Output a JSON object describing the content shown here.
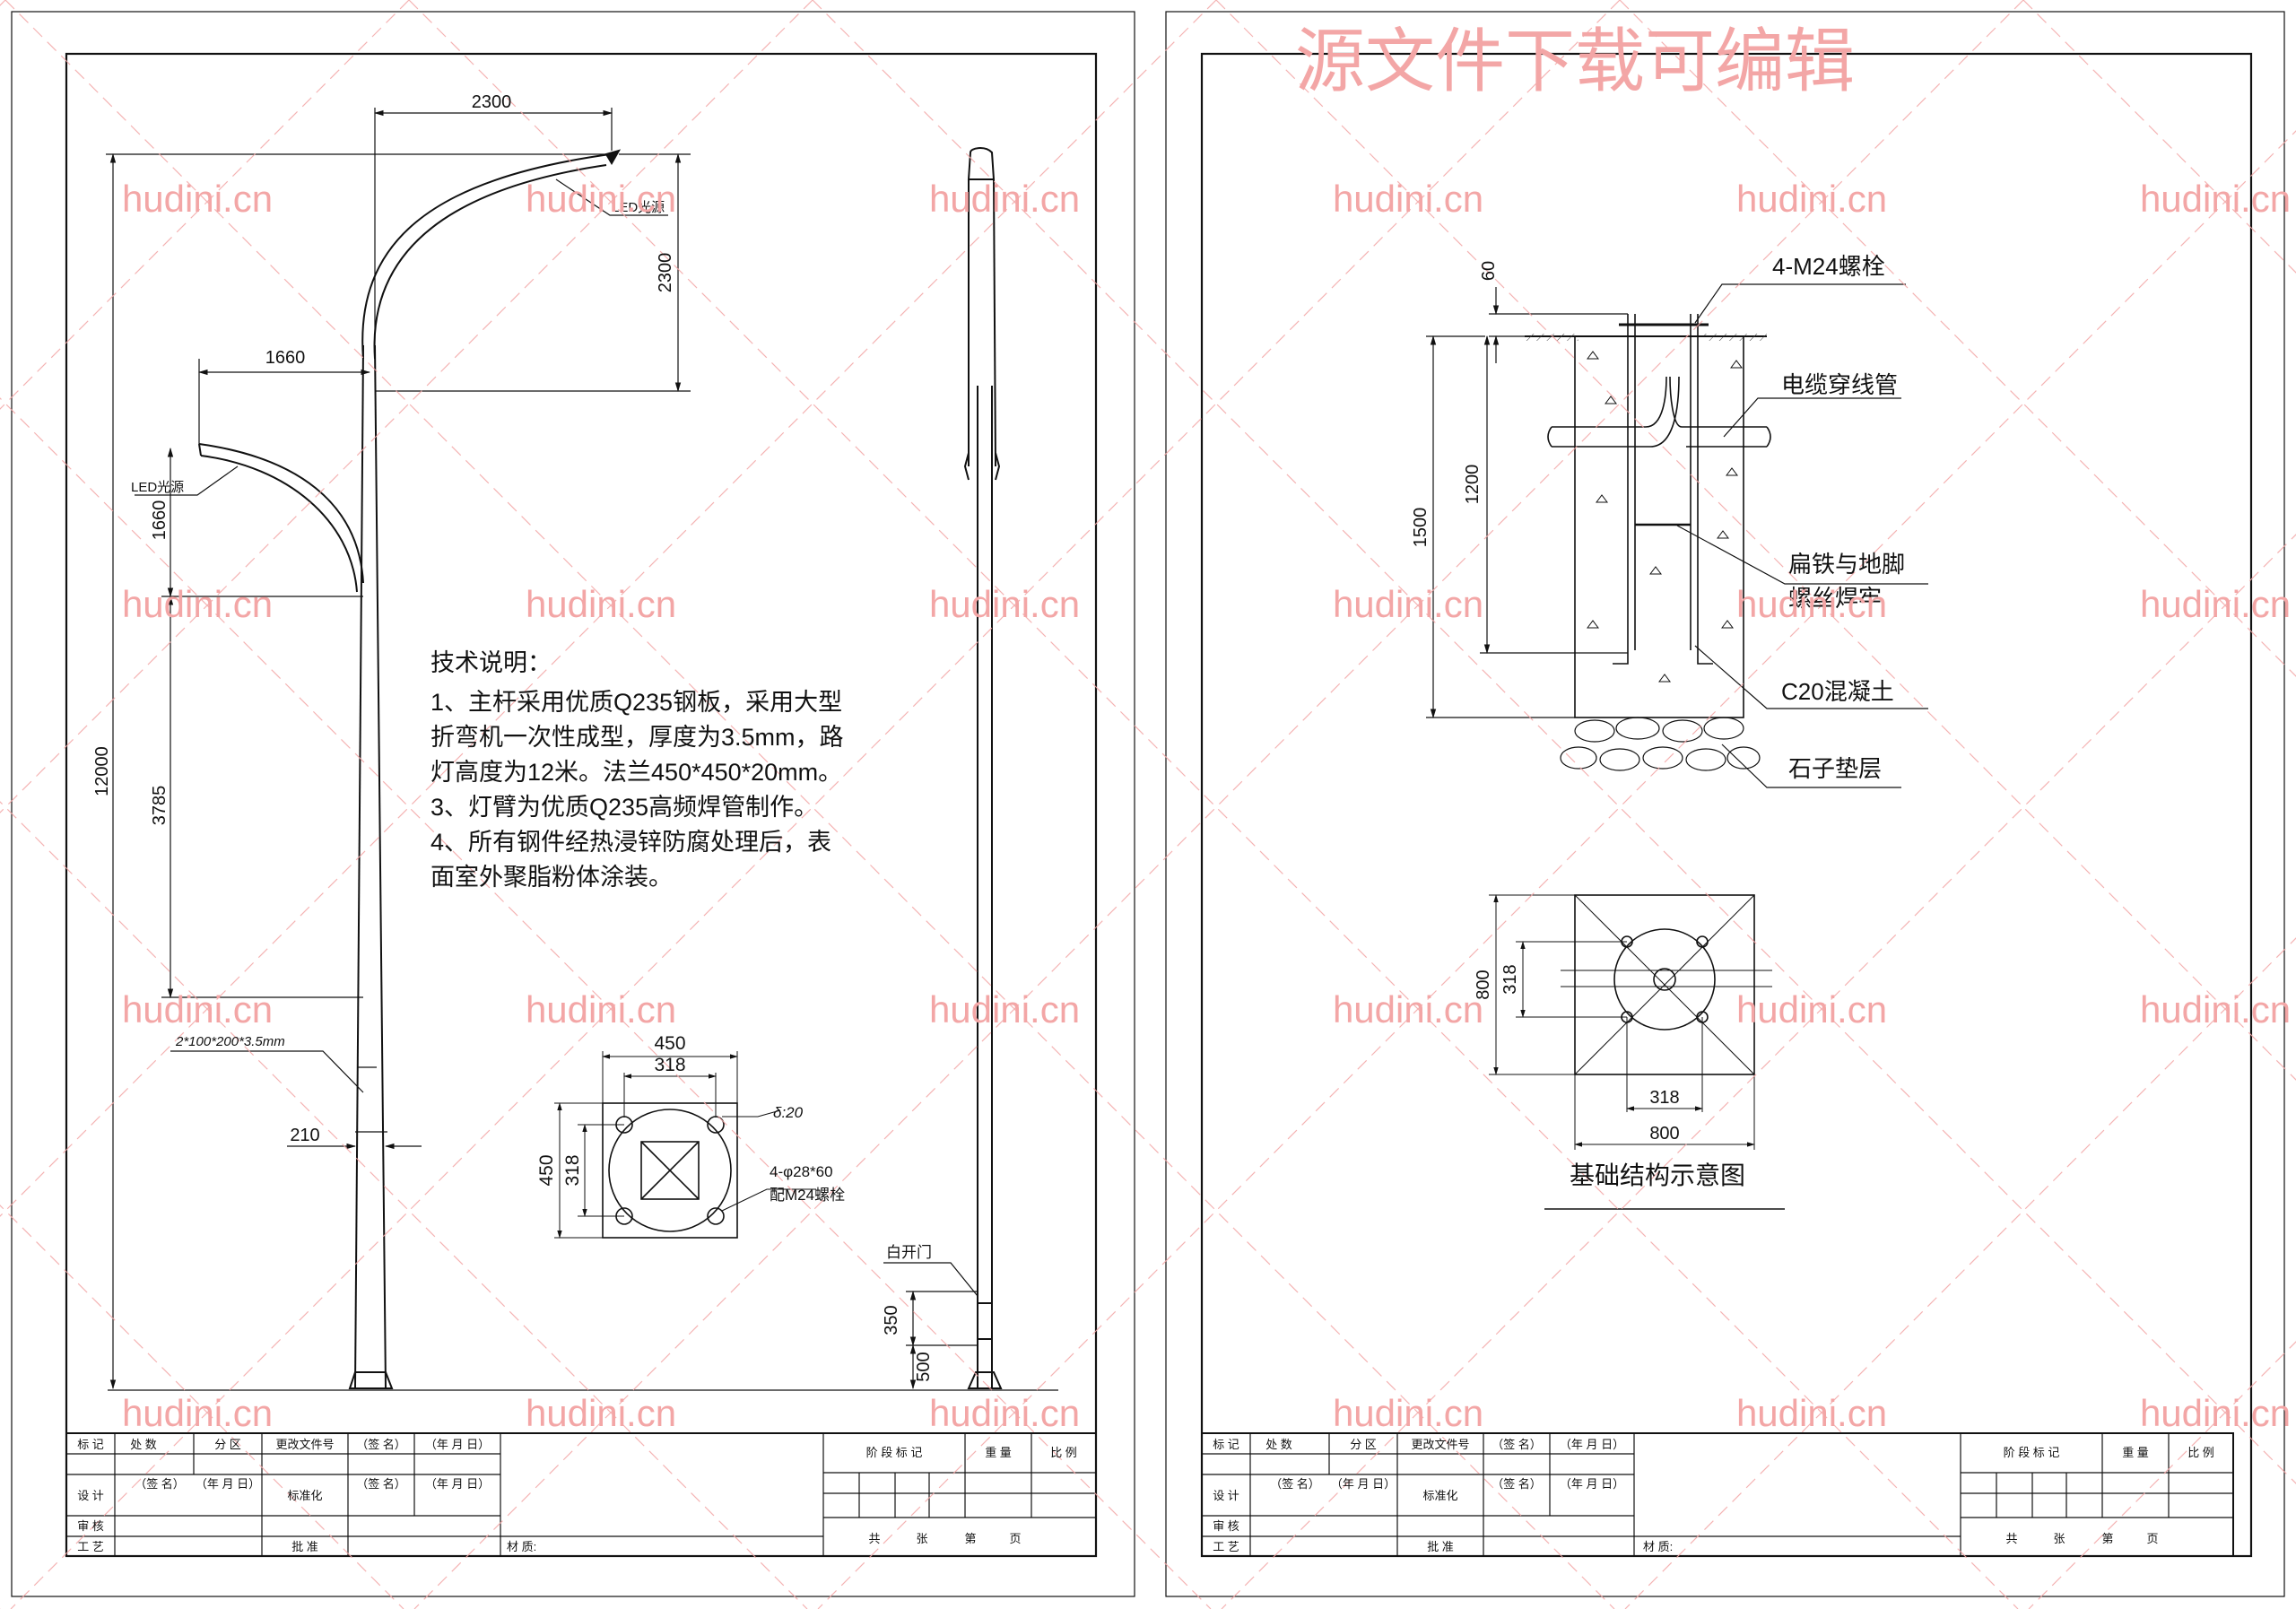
{
  "watermarks": {
    "banner": "源文件下载可编辑",
    "site": "hudini.cn",
    "color": "#f3a6a6"
  },
  "sheet1": {
    "dims": {
      "arm_long_horizontal": "2300",
      "arm_long_vertical": "2300",
      "arm_short_horizontal": "1660",
      "arm_short_vertical": "1660",
      "total_height": "12000",
      "mid_span": "3785",
      "base_offset": "210",
      "door_height": "350",
      "door_base": "500"
    },
    "labels": {
      "led_right": "LED光源",
      "led_left": "LED光源",
      "plate_spec": "2*100*200*3.5mm",
      "door": "白开门"
    },
    "tech_notes": [
      "技术说明：",
      "1、主杆采用优质Q235钢板，采用大型",
      "折弯机一次性成型，厚度为3.5mm，路",
      "灯高度为12米。法兰450*450*20mm。",
      "3、灯臂为优质Q235高频焊管制作。",
      "4、所有钢件经热浸锌防腐处理后，表",
      "面室外聚脂粉体涂装。"
    ],
    "flange": {
      "outer_w": "450",
      "inner_w": "318",
      "outer_h": "450",
      "inner_h": "318",
      "thickness": "δ:20",
      "holes": "4-φ28*60",
      "bolts": "配M24螺栓"
    }
  },
  "sheet2": {
    "foundation": {
      "bolt_label": "4-M24螺栓",
      "cable_pipe": "电缆穿线管",
      "weld_note_1": "扁铁与地脚",
      "weld_note_2": "螺丝焊牢",
      "concrete": "C20混凝土",
      "gravel": "石子垫层",
      "dim_top": "60",
      "dim_embed": "1200",
      "dim_depth": "1500"
    },
    "plan": {
      "dim_side_v": "800",
      "dim_inner_v": "318",
      "dim_inner_h": "318",
      "dim_side_h": "800",
      "caption": "基础结构示意图"
    }
  },
  "title_block": {
    "row1": [
      "标 记",
      "处 数",
      "分 区",
      "更改文件号",
      "（签 名）",
      "（年 月 日）"
    ],
    "row2": [
      "设 计",
      "（签 名）",
      "（年 月 日）",
      "标准化",
      "（签 名）",
      "（年 月 日）"
    ],
    "row3": [
      "审 核"
    ],
    "row4": [
      "工 艺",
      "批 准"
    ],
    "stage_cols": [
      "阶 段 标 记",
      "重 量",
      "比 例"
    ],
    "pages": [
      "共",
      "张",
      "第",
      "页"
    ],
    "material": "材 质:"
  }
}
